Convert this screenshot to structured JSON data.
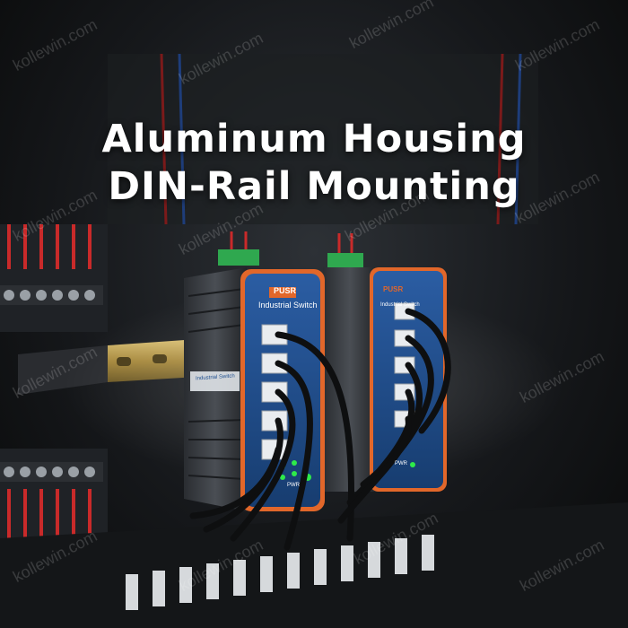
{
  "headline": {
    "line1": "Aluminum Housing",
    "line2": "DIN-Rail Mounting"
  },
  "switches": {
    "brand_label": "PUSR",
    "front_label": "Industrial Switch",
    "rear_front_label": "Industrial Switch",
    "side_sticker": "Industrial Switch",
    "pwr_label": "PWR"
  },
  "watermark": "kollewin.com",
  "colors": {
    "panel_blue": "#1f4f8f",
    "accent_orange": "#e2672a",
    "terminal_green": "#2fa84f",
    "din_rail_gold": "#b89a4a",
    "led_green": "#2eea4a"
  }
}
